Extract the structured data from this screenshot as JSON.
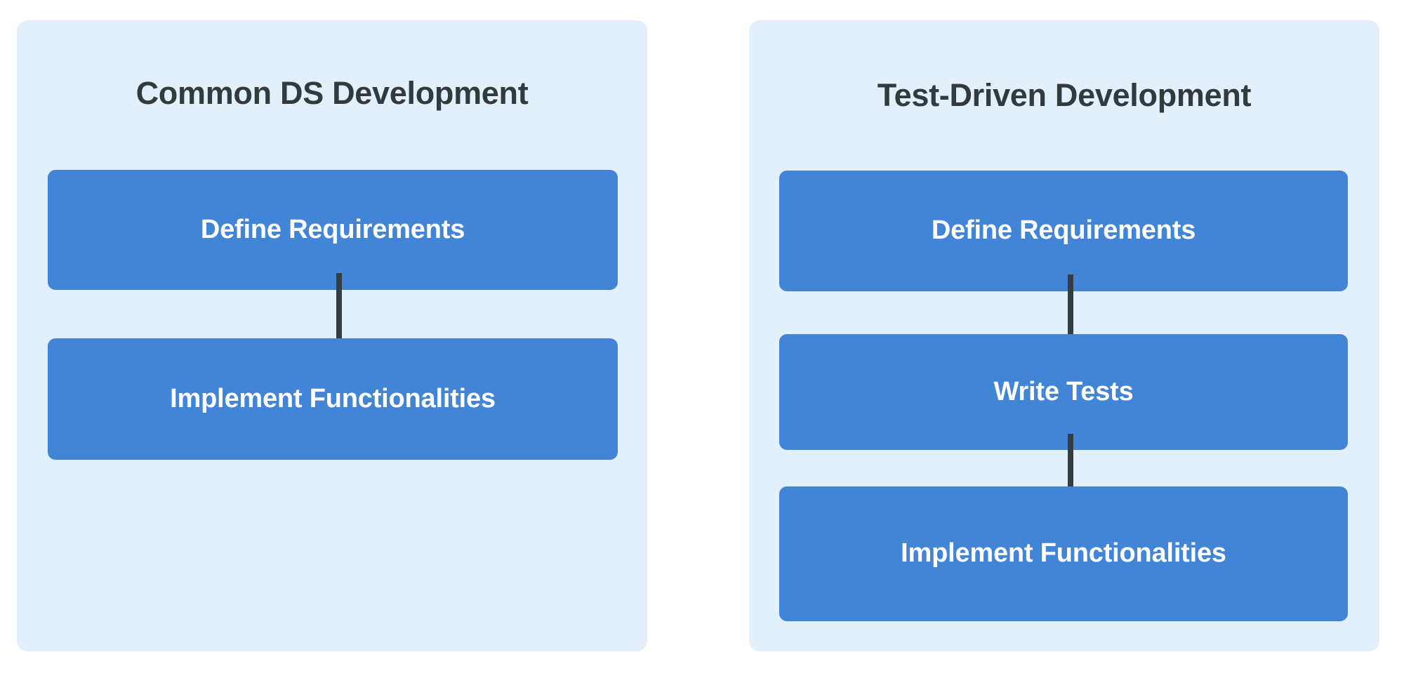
{
  "diagram": {
    "title_hidden": "",
    "colors": {
      "panel_background": "#e3f0fb",
      "node_fill": "#4285d6",
      "node_text": "#ffffff",
      "title_text": "#333a3d",
      "arrow": "#373c3f",
      "page_background": "#ffffff"
    },
    "panels": [
      {
        "id": "common-ds-development",
        "title": "Common DS Development",
        "nodes": [
          {
            "id": "define-requirements",
            "label": "Define Requirements"
          },
          {
            "id": "implement-functionalities",
            "label": "Implement Functionalities"
          }
        ],
        "edges": [
          {
            "from": "define-requirements",
            "to": "implement-functionalities",
            "label": "",
            "arrow": "down-arrow-icon"
          }
        ]
      },
      {
        "id": "test-driven-development",
        "title": "Test-Driven Development",
        "nodes": [
          {
            "id": "define-requirements",
            "label": "Define Requirements"
          },
          {
            "id": "write-tests",
            "label": "Write Tests"
          },
          {
            "id": "implement-functionalities",
            "label": "Implement Functionalities"
          }
        ],
        "edges": [
          {
            "from": "define-requirements",
            "to": "write-tests",
            "label": "",
            "arrow": "down-arrow-icon"
          },
          {
            "from": "write-tests",
            "to": "implement-functionalities",
            "label": "",
            "arrow": "down-arrow-icon"
          }
        ]
      }
    ]
  }
}
